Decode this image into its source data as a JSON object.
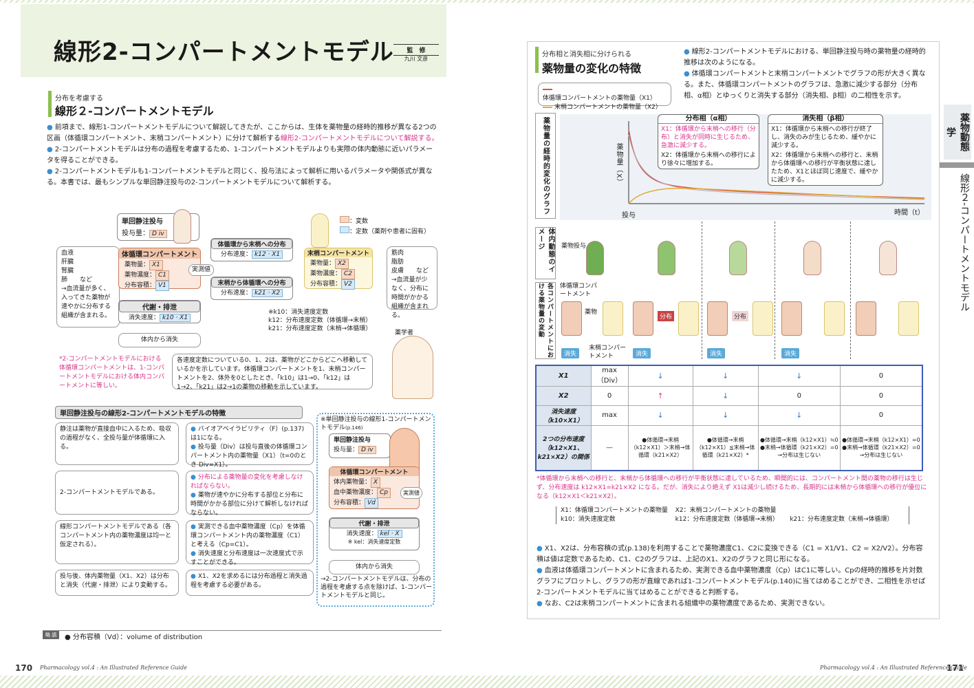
{
  "left_page": {
    "title": "線形2-コンパートメントモデル",
    "supervisor_label": "監　修",
    "supervisor_name": "九川 文彦",
    "section_sub": "分布を考慮する",
    "section_title": "線形２-コンパートメントモデル",
    "paragraphs": [
      "前項まで、線形1-コンパートメントモデルについて解説してきたが、ここからは、生体を薬物量の経時的推移が異なる2つの区画（体循環コンパートメント、末梢コンパートメント）に分けて解析する",
      "線形2-コンパートメントモデルについて解説する。",
      "2-コンパートメントモデルは分布の過程を考慮するため、1-コンパートメントモデルよりも実際の体内動態に近いパラメータを得ることができる。",
      "2-コンパートメントモデルも1-コンパートメントモデルと同じく、投与法によって解析に用いるパラメータや関係式が異なる。本書では、最もシンプルな単回静注投与の2-コンパートメントモデルについて解析する。"
    ],
    "diagram": {
      "iv_title": "単回静注投与",
      "dose_label": "投与量：",
      "dose_var": "D iv",
      "legend_var": "：変数",
      "legend_const": "：定数（薬剤や患者に固有）",
      "central_title": "体循環コンパートメント",
      "central_items": [
        "薬物量：",
        "薬物濃度：",
        "分布容積："
      ],
      "central_vars": [
        "X1",
        "C1",
        "V1"
      ],
      "measured": "実測値",
      "dist_to_peri": "体循環から末梢への分布",
      "dist_to_central": "末梢から体循環への分布",
      "rate_label": "分布速度：",
      "rate1": "k12 · X1",
      "rate2": "k21 · X2",
      "peripheral_title": "末梢コンパートメント",
      "peripheral_items": [
        "薬物量：",
        "薬物濃度：",
        "分布容積："
      ],
      "peripheral_vars": [
        "X2",
        "C2",
        "V2"
      ],
      "elim_title": "代謝・排泄",
      "elim_rate": "消失速度：",
      "elim_expr": "k10 · X1",
      "elim_out": "体内から消失",
      "left_list": [
        "血液",
        "肝臓",
        "腎臓",
        "肺　　など",
        "→血流量が多く、入ってきた薬物が速やかに分布する組織が含まれる。"
      ],
      "right_list": [
        "筋肉",
        "脂肪",
        "皮膚　　など",
        "→血流量が少なく、分布に時間がかかる組織が含まれる。"
      ],
      "notes": [
        "※k10：消失速度定数",
        "k12：分布速度定数（体循環→末梢）",
        "k21：分布速度定数（末梢→体循環）"
      ],
      "pharmacist": "薬学者"
    },
    "asterisk_note": "*2-コンパートメントモデルにおける体循環コンパートメントは、1-コンパートメントモデルにおける体内コンパートメントに等しい。",
    "speech": "各速度定数についている0、1、2は、薬物がどこからどこへ移動しているかを示しています。体循環コンパートメントを1、末梢コンパートメントを2、体外を0としたとき、「k10」は1→0、「k12」は1→2、「k21」は2→1の薬物の移動を示しています。",
    "features_title": "単回静注投与の線形2-コンパートメントモデルの特徴",
    "features": [
      {
        "left": "静注は薬物が直接血中に入るため、吸収の過程がなく、全投与量が体循環に入る。",
        "right": [
          "バイオアベイラビリティ（F）(p.137) は1になる。",
          "投与量（Div）は投与直後の体循環コンパートメント内の薬物量（X1）（t=0のとき Div=X1）。"
        ]
      },
      {
        "left": "2-コンパートメントモデルである。",
        "right": [
          "分布による薬物量の変化を考慮しなければならない。",
          "薬物が速やかに分布する部位と分布に時間がかかる部位に分けて解析しなければならない。"
        ]
      },
      {
        "left": "線形コンパートメントモデルである（各コンパートメント内の薬物濃度は均一と仮定される）。",
        "right": [
          "実測できる血中薬物濃度（Cp）を体循環コンパートメント内の薬物濃度（C1）と考える（Cp=C1）。",
          "消失速度と分布速度は一次速度式で示すことができる。"
        ]
      },
      {
        "left": "投与後、体内薬物量（X1、X2）は分布と消失（代謝・排泄）により変動する。",
        "right": [
          "X1、X2を求めるには分布過程と消失過程を考慮する必要がある。"
        ]
      }
    ],
    "one_comp": {
      "title": "※単回静注投与の線形1-コンパートメントモデル",
      "ref": "(p.146)",
      "iv": "単回静注投与",
      "dose": "投与量：",
      "central": "体循環コンパートメント",
      "items": [
        "体内薬物量：",
        "血中薬物濃度：",
        "分布容積："
      ],
      "vars": [
        "X",
        "Cp",
        "Vd"
      ],
      "measured": "実測値",
      "elim": "代謝・排泄",
      "elim_rate": "消失速度：",
      "elim_expr": "kel · X",
      "elim_note": "※ kel：消失速度定数",
      "out": "体内から消失",
      "footnote": "→2-コンパートメントモデルは、分布の過程を考慮する点を除けば、1-コンパートメントモデルと同じ。"
    },
    "glossary_tag": "略 語",
    "glossary": "● 分布容積（Vd）：volume of distribution",
    "page_number": "170",
    "footer": "Pharmacology vol.4 : An Illustrated Reference Guide"
  },
  "right_page": {
    "section_sub": "分布相と消失相に分けられる",
    "section_title": "薬物量の変化の特徴",
    "intro": [
      "線形2-コンパートメントモデルにおける、単回静注投与時の薬物量の経時的推移は次のようになる。",
      "体循環コンパートメントと末梢コンパートメントでグラフの形が大きく異なる。また、体循環コンパートメントのグラフは、急激に減少する部分（分布相、α相）とゆっくりと消失する部分（消失相、β相）の二相性を示す。"
    ],
    "legend": [
      "体循環コンパートメントの薬物量（X1）",
      "末梢コンパートメントの薬物量（X2）"
    ],
    "graph_side_label": "薬物量の経時的変化のグラフ",
    "y_label": "薬物量（X）",
    "x_label": "時間（t）",
    "dose_marker": "投与",
    "phase_alpha": {
      "title": "分布相（α相）",
      "lines": [
        "X1：体循環から末梢への移行（分布）と消失が同時に生じるため、急激に減少する。",
        "X2：体循環から末梢への移行により徐々に増加する。"
      ]
    },
    "phase_beta": {
      "title": "消失相（β相）",
      "lines": [
        "X1：体循環から末梢への移行が終了し、消失のみが生じるため、緩やかに減少する。",
        "X2：体循環から末梢への移行と、末梢から体循環への移行が平衡状態に達したため、X1とほぼ同じ速度で、緩やかに減少する。"
      ]
    },
    "image_side_label": "体内動態のイメージ",
    "dose_admin": "薬物投与",
    "comp_side_label": "各コンパートメントにおける薬物量の変動",
    "central_comp_label": "体循環コンパートメント",
    "drug_label": "薬物",
    "peripheral_comp_label": "末梢コンパートメント",
    "distribution": "分布",
    "elimination": "消失",
    "table": {
      "row_heads": [
        "X1",
        "X2",
        "消失速度（k10×X1）",
        "2つの分布速度（k12×X1、k21×X2）の関係"
      ],
      "col1": [
        "max（Div）",
        "0",
        "max",
        "―"
      ],
      "col2": [
        "↓",
        "↑",
        "↓",
        "●体循環→末梢（k12×X1）＞末梢→体循環（k21×X2）"
      ],
      "col3": [
        "↓",
        "↓",
        "↓",
        "●体循環→末梢（k12×X1）≦末梢→体循環（k21×X2）*"
      ],
      "col4": [
        "↓",
        "0",
        "↓",
        "●体循環→末梢（k12×X1）≒0 ●末梢→体循環（k21×X2）=0 →分布は生じない"
      ],
      "col5": [
        "0",
        "0",
        "0",
        "●体循環→末梢（k12×X1）=0 ●末梢→体循環（k21×X2）=0 →分布は生じない"
      ]
    },
    "table_note": "*体循環から末梢への移行と、末梢から体循環への移行が平衡状態に達しているため、瞬間的には、コンパートメント間の薬物の移行は生じず、分布速度は k12×X1=k21×X2 になる。だが、消失により絶えず X1は減少し続けるため、長期的には末梢から体循環への移行が優位になる（k12×X1＜k21×X2）。",
    "defs": [
      "X1：体循環コンパートメントの薬物量",
      "X2：末梢コンパートメントの薬物量",
      "k10：消失速度定数",
      "k12：分布速度定数（体循環→末梢）",
      "k21：分布速度定数（末梢→体循環）"
    ],
    "bottom_paras": [
      "X1、X2は、分布容積の式(p.138)を利用することで薬物濃度C1、C2に変換できる（C1 = X1/V1、C2 = X2/V2）。分布容積は値は定数であるため、C1、C2のグラフは、上記のX1、X2のグラフと同じ形になる。",
      "血液は体循環コンパートメントに含まれるため、実測できる血中薬物濃度（Cp）はC1に等しい。Cpの経時的推移を片対数グラフにプロットし、グラフの形が直線であれば1-コンパートメントモデル(p.140)に当てはめることができ、二相性を示せば2-コンパートメントモデルに当てはめることができると判断する。",
      "なお、C2は末梢コンパートメントに含まれる組織中の薬物濃度であるため、実測できない。"
    ],
    "side_tab_head": "薬物動態学",
    "side_tab_body": "線形２-コンパートメントモデル",
    "page_number": "171",
    "footer": "Pharmacology vol.4 : An Illustrated Reference Guide"
  },
  "colors": {
    "green_band": "#edf3e1",
    "accent_green": "#8cbf4e",
    "pink": "#d6328a",
    "blue_bullet": "#3b8fd0",
    "x1_line": "#d9534f",
    "x2_line": "#e4a93a"
  }
}
